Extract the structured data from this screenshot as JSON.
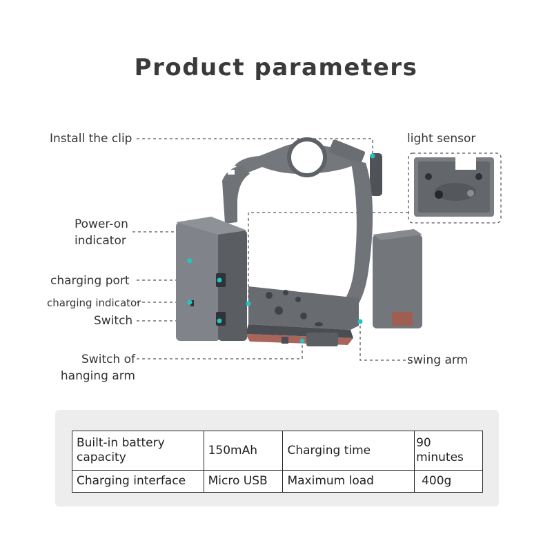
{
  "title": "Product parameters",
  "labels": {
    "install_clip": "Install the clip",
    "light_sensor": "light sensor",
    "power_on_indicator": "Power-on indicator",
    "charging_port": "charging port",
    "charging_indicator": "charging indicator",
    "switch": "Switch",
    "switch_hanging_arm": "Switch of hanging arm",
    "swing_arm": "swing arm"
  },
  "colors": {
    "body_gray": "#6a6e73",
    "dark_gray": "#4a4d52",
    "accent_cyan": "#22c4c0",
    "panel_bg": "#ededed"
  },
  "specs": {
    "rows": [
      [
        "Built-in battery capacity",
        "150mAh",
        "Charging time",
        "90 minutes"
      ],
      [
        "Charging interface",
        "Micro USB",
        "Maximum load",
        "400g"
      ]
    ]
  }
}
